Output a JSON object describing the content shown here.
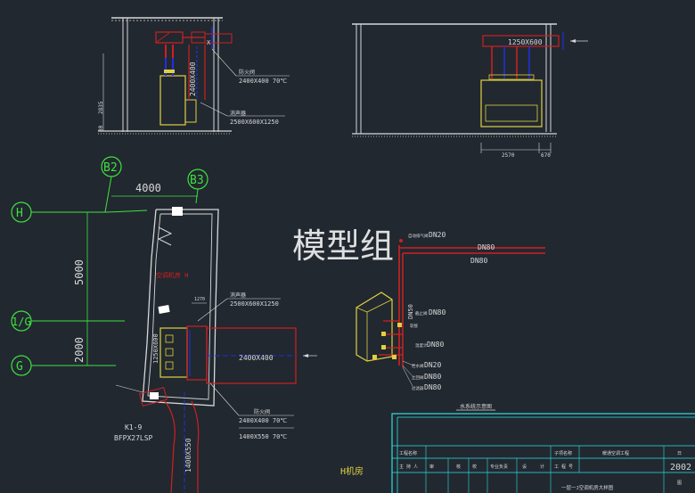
{
  "watermark": "模型组",
  "grid_axes": {
    "b2": "B2",
    "b3": "B3",
    "h": "H",
    "g1": "1/G",
    "g": "G"
  },
  "dims": {
    "b2_b3": "4000",
    "h_1g": "5000",
    "1g_g": "2000",
    "elev_height": "2835",
    "elev_base": "80",
    "sec_width_a": "2570",
    "sec_width_b": "670",
    "unit_height_label": "1250X600",
    "plan_small_dim": "1270",
    "vert_duct": "1400X550"
  },
  "labels": {
    "damper_top": "防火阀",
    "damper_top_size": "2400X400 70℃",
    "silencer_top": "消声器",
    "silencer_top_size": "2500X600X1250",
    "duct_vert_size": "2400X400",
    "section_duct": "1250X600",
    "room_name": "空调机房 H",
    "silencer_plan": "消声器",
    "silencer_plan_size": "2500X600X1250",
    "duct_plan": "2400X400",
    "damper_plan": "防火阀",
    "damper_plan_size": "2400X400 70℃",
    "damper_plan2_size": "1400X550 70℃",
    "fan": "K1-9",
    "fan_model": "BFPX27LSP",
    "room_h": "H机房",
    "dn20_top": "DN20",
    "dn80_a": "DN80",
    "dn80_b": "DN80",
    "dn80_c": "DN80",
    "dn80_d": "DN80",
    "dn20_b": "DN20",
    "dn80_e": "DN80",
    "dn80_f": "DN80",
    "dn50_vert": "DN50",
    "system_caption": "水系统示意图"
  },
  "title_block": {
    "row1_col1": "工程名称",
    "row1_col2": "子项名称",
    "row1_col3": "暖通空调工程",
    "row1_col4": "日",
    "row2_c1": "主 持 人",
    "row2_c2": "审",
    "row2_c3": "核",
    "row2_c4": "校",
    "row2_c5": "专业负责",
    "row2_c6": "设",
    "row2_c7": "计",
    "row2_c8": "工 程 号",
    "year": "2002",
    "drawing_title": "一层一J空调机房大样图",
    "sheet": "图"
  }
}
